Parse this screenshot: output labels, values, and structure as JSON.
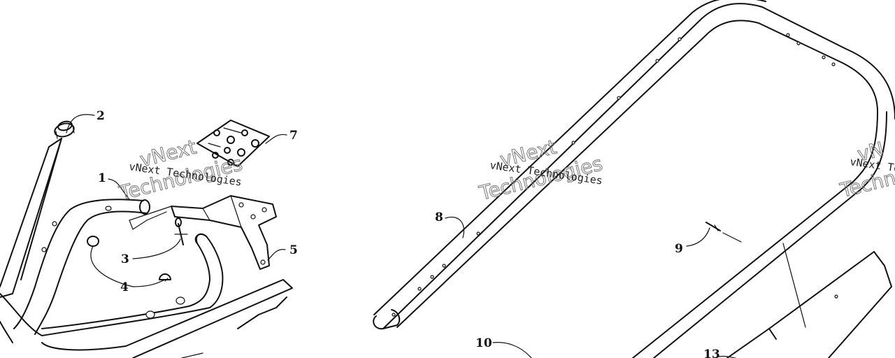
{
  "diagram": {
    "callouts": [
      {
        "id": "1",
        "label": "1"
      },
      {
        "id": "2",
        "label": "2"
      },
      {
        "id": "3",
        "label": "3"
      },
      {
        "id": "4",
        "label": "4"
      },
      {
        "id": "5",
        "label": "5"
      },
      {
        "id": "7",
        "label": "7"
      },
      {
        "id": "8",
        "label": "8"
      },
      {
        "id": "9",
        "label": "9"
      },
      {
        "id": "10",
        "label": "10"
      },
      {
        "id": "13",
        "label": "13"
      }
    ],
    "watermark": {
      "line1": "vNext Technologies",
      "big_top": "vNext",
      "big_bottom": "Technologies",
      "partial_line1": "vNext Te",
      "partial_big_top": "vN",
      "partial_big_bottom": "Techn"
    }
  }
}
